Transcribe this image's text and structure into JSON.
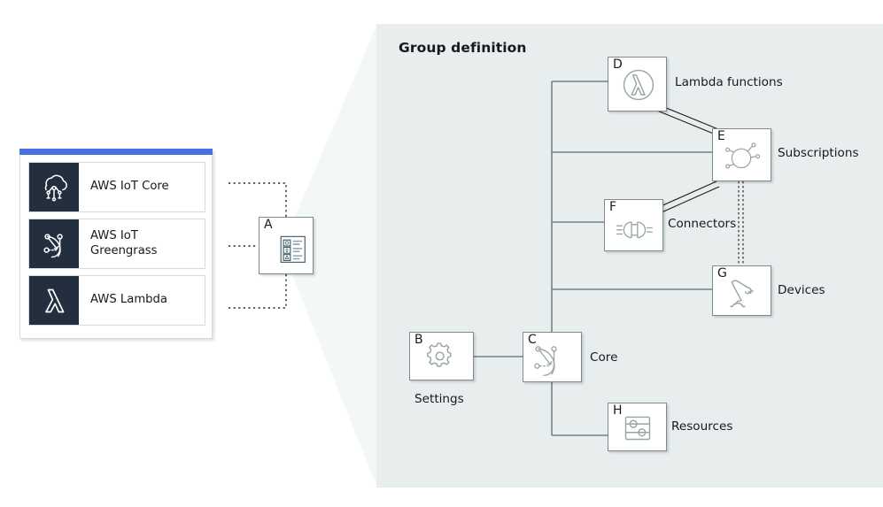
{
  "panel": {
    "title": "Group definition",
    "bg_color": "#e8edee"
  },
  "service_card": {
    "accent_color": "#4a6fe0",
    "tile_color": "#232f3e",
    "services": [
      {
        "label": "AWS IoT Core",
        "icon": "iot-core-cloud-icon"
      },
      {
        "label": "AWS IoT\n Greengrass",
        "icon": "greengrass-icon"
      },
      {
        "label": "AWS Lambda",
        "icon": "lambda-icon"
      }
    ]
  },
  "nodes": [
    {
      "letter": "A",
      "caption": "",
      "icon": "group-list-icon"
    },
    {
      "letter": "B",
      "caption": "Settings",
      "icon": "gear-icon"
    },
    {
      "letter": "C",
      "caption": "Core",
      "icon": "greengrass-core-icon"
    },
    {
      "letter": "D",
      "caption": "Lambda functions",
      "icon": "lambda-circle-icon"
    },
    {
      "letter": "E",
      "caption": "Subscriptions",
      "icon": "subscriptions-hub-icon"
    },
    {
      "letter": "F",
      "caption": "Connectors",
      "icon": "plug-connector-icon"
    },
    {
      "letter": "G",
      "caption": "Devices",
      "icon": "robot-arm-icon"
    },
    {
      "letter": "H",
      "caption": "Resources",
      "icon": "resources-sliders-icon"
    }
  ],
  "colors": {
    "line": "#6f8487",
    "node_border": "#7a8c8e",
    "icon_stroke": "#9aa5a8",
    "text": "#16191f"
  }
}
